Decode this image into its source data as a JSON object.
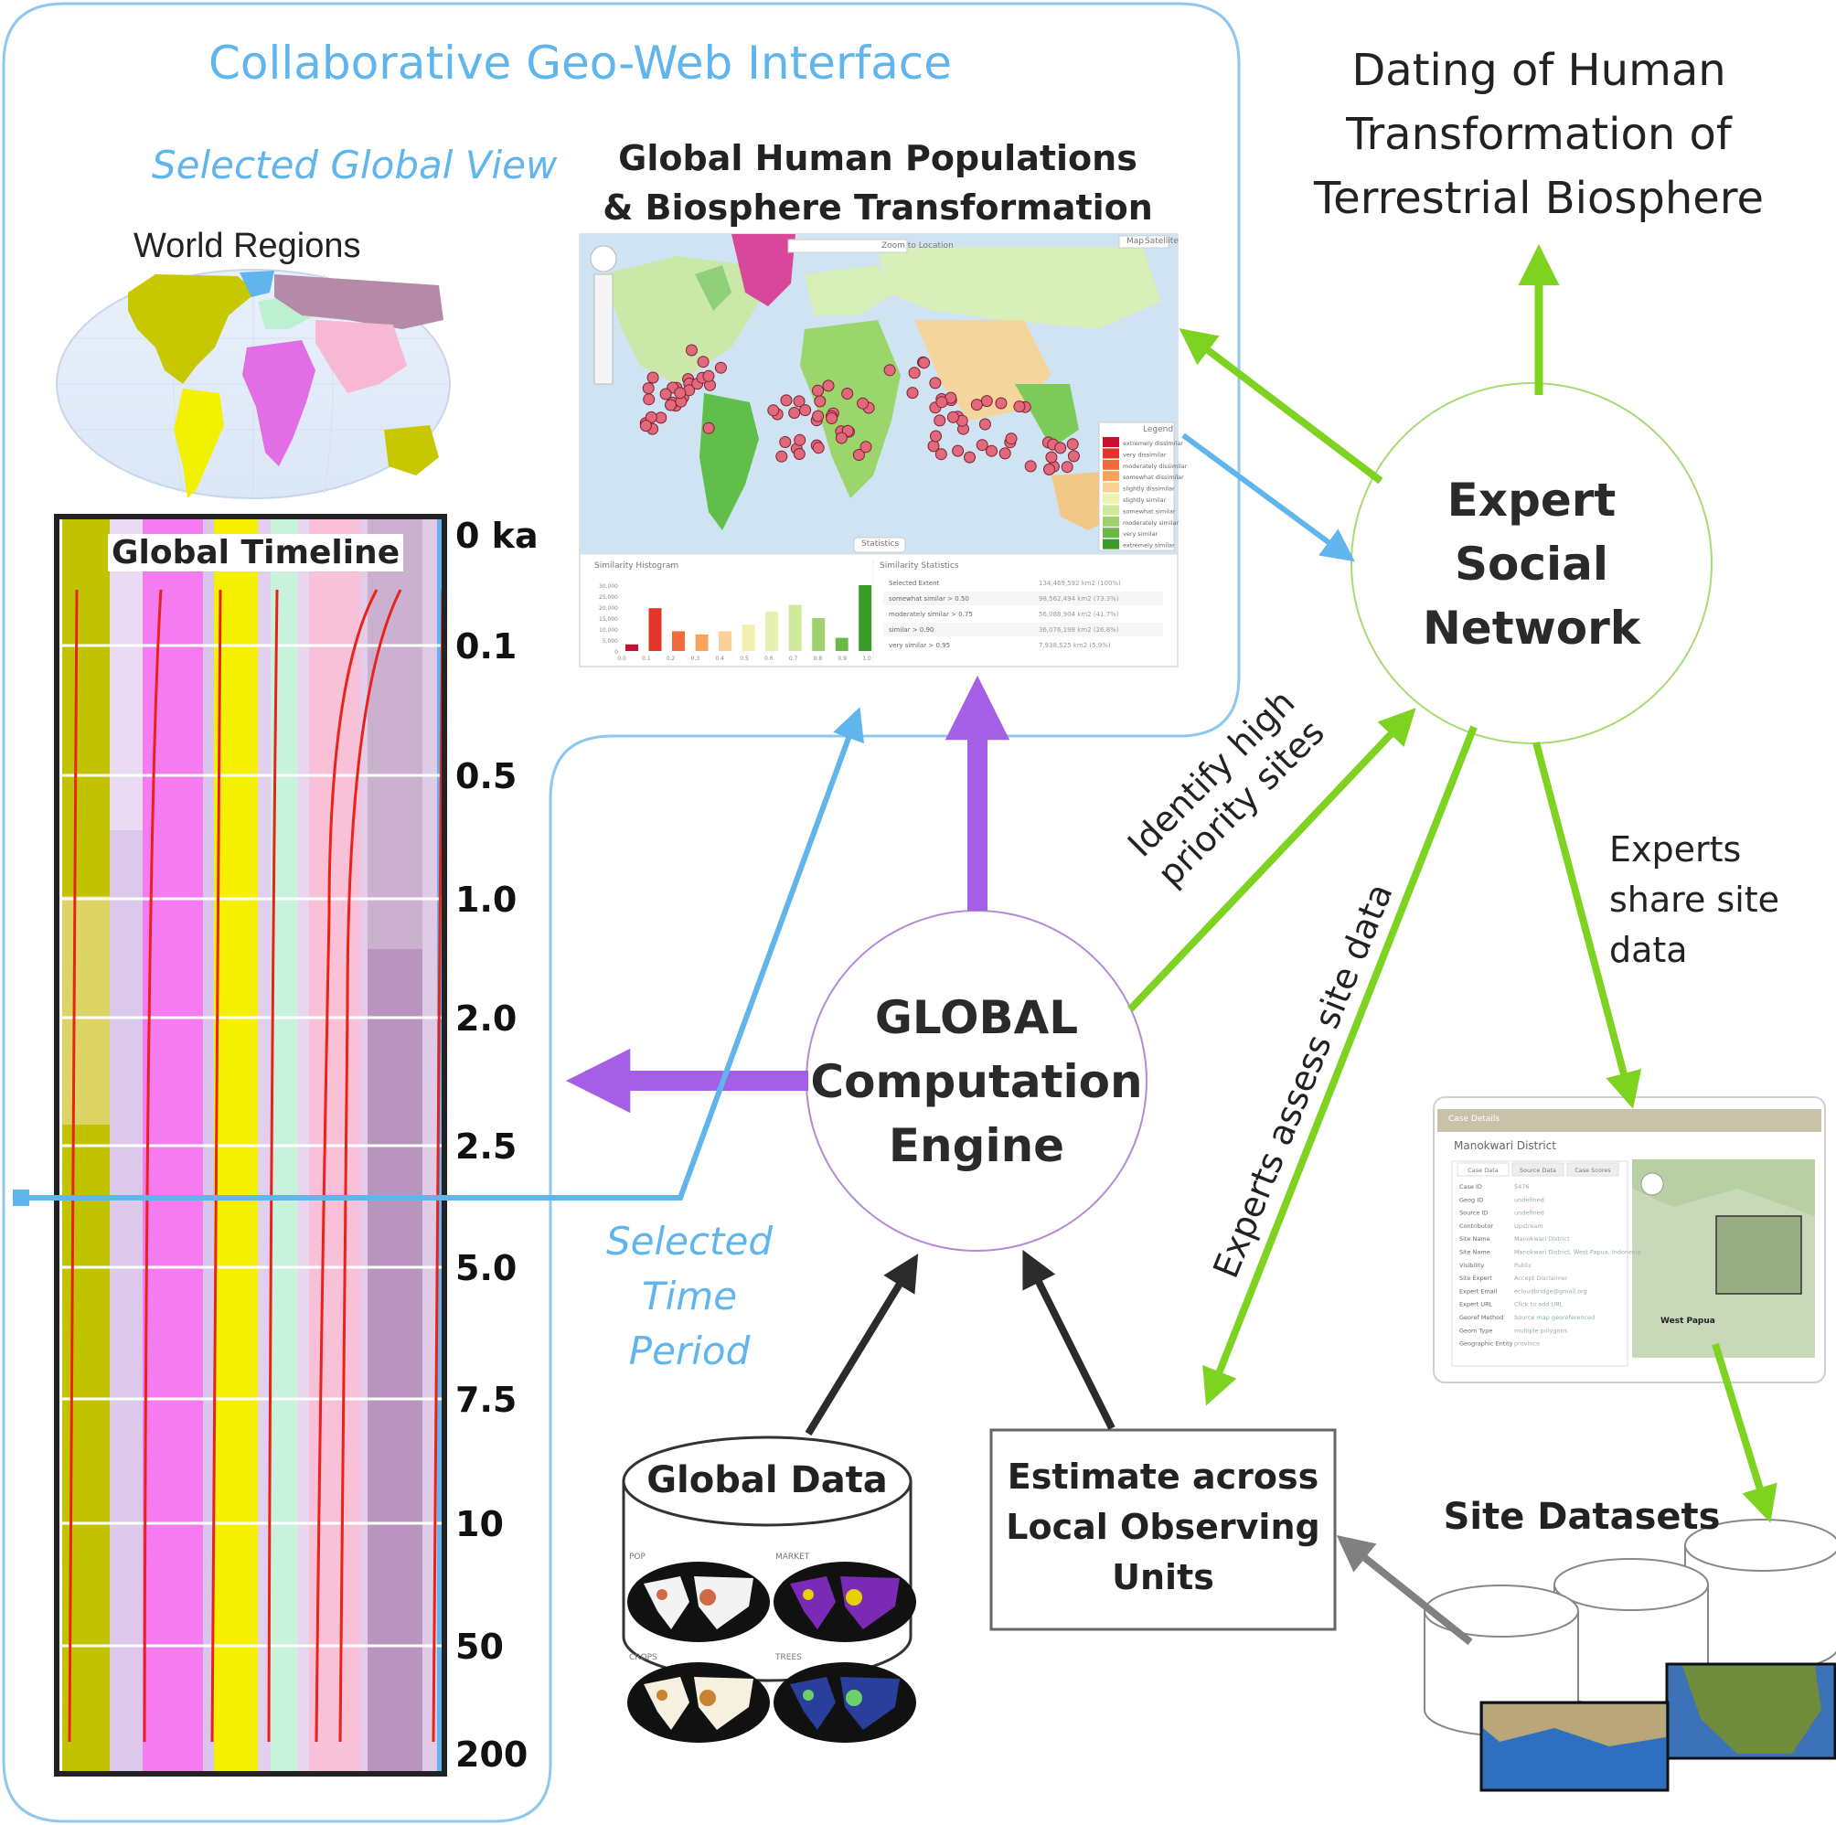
{
  "titles": {
    "interface": "Collaborative Geo-Web Interface",
    "selected_view": "Selected Global View",
    "world_regions": "World Regions",
    "global_map_line1": "Global Human Populations",
    "global_map_line2": "& Biosphere Transformation",
    "dating_line1": "Dating of Human",
    "dating_line2": "Transformation of",
    "dating_line3": "Terrestrial Biosphere",
    "global_timeline": "Global Timeline",
    "selected_period_1": "Selected",
    "selected_period_2": "Time",
    "selected_period_3": "Period"
  },
  "nodes": {
    "expert_1": "Expert",
    "expert_2": "Social",
    "expert_3": "Network",
    "engine_1": "GLOBAL",
    "engine_2": "Computation",
    "engine_3": "Engine",
    "global_data": "Global Data",
    "estimate_1": "Estimate across",
    "estimate_2": "Local Observing",
    "estimate_3": "Units",
    "site_datasets": "Site Datasets"
  },
  "edge_labels": {
    "identify_1": "Identify high",
    "identify_2": "priority sites",
    "assess": "Experts assess site data",
    "share_1": "Experts",
    "share_2": "share site",
    "share_3": "data"
  },
  "timeline": {
    "ticks": [
      "0 ka",
      "0.1",
      "0.5",
      "1.0",
      "2.0",
      "2.5",
      "5.0",
      "7.5",
      "10",
      "50",
      "200"
    ]
  },
  "map_widget": {
    "search_button": "Zoom to Location",
    "map_tab": "Map",
    "satellite_tab": "Satellite",
    "legend_title": "Legend",
    "legend_items": [
      "extremely dissimilar",
      "very dissimilar",
      "moderately dissimilar",
      "somewhat dissimilar",
      "slightly dissimilar",
      "slightly similar",
      "somewhat similar",
      "moderately similar",
      "very similar",
      "extremely similar"
    ],
    "legend_colors": [
      "#c8102e",
      "#e3342a",
      "#f26b3a",
      "#f7a35c",
      "#fbd19a",
      "#eef2b3",
      "#cfe99a",
      "#9fd16f",
      "#6ab845",
      "#3a9a2a"
    ],
    "stats_tab": "Statistics",
    "hist_title": "Similarity Histogram",
    "hist_y_ticks": [
      "30,000",
      "25,000",
      "20,000",
      "15,000",
      "10,000",
      "5,000",
      "0"
    ],
    "hist_x_ticks": [
      "0.0",
      "0.1",
      "0.2",
      "0.3",
      "0.4",
      "0.5",
      "0.6",
      "0.7",
      "0.8",
      "0.9",
      "1.0"
    ],
    "hist_values": [
      0.1,
      0.65,
      0.3,
      0.25,
      0.3,
      0.4,
      0.6,
      0.7,
      0.5,
      0.2,
      1.0
    ],
    "stats_title": "Similarity Statistics",
    "stats_rows": [
      {
        "label": "Selected Extent",
        "value": "134,469,592 km2 (100%)"
      },
      {
        "label": "somewhat similar > 0.50",
        "value": "98,562,494 km2 (73.3%)"
      },
      {
        "label": "moderately similar > 0.75",
        "value": "56,088,904 km2 (41.7%)"
      },
      {
        "label": "similar > 0.90",
        "value": "36,076,198 km2 (26.8%)"
      },
      {
        "label": "very similar > 0.95",
        "value": "7,938,525 km2 (5.9%)"
      }
    ]
  },
  "case_widget": {
    "header": "Case Details",
    "title": "Manokwari District",
    "tabs": [
      "Case Data",
      "Source Data",
      "Case Scores"
    ],
    "map_region": "West Papua",
    "fields": [
      {
        "k": "Case ID",
        "v": "5476"
      },
      {
        "k": "Geog ID",
        "v": "undefined"
      },
      {
        "k": "Source ID",
        "v": "undefined"
      },
      {
        "k": "Contributor",
        "v": "Upstream"
      },
      {
        "k": "Site Name",
        "v": "Manokwari District"
      },
      {
        "k": "Site Name",
        "v": "Manokwari District, West Papua, Indonesia"
      },
      {
        "k": "Visibility",
        "v": "Public"
      },
      {
        "k": "Site Expert",
        "v": "Accept Disclaimer"
      },
      {
        "k": "Expert Email",
        "v": "ecloudbridge@gmail.org"
      },
      {
        "k": "Expert URL",
        "v": "Click to add URL"
      },
      {
        "k": "Georef Method",
        "v": "Source map georeferenced"
      },
      {
        "k": "Geom Type",
        "v": "multiple polygons"
      },
      {
        "k": "Geographic Entity",
        "v": "province"
      }
    ]
  },
  "thumb_labels": [
    "POP",
    "MARKET",
    "CROPS",
    "TREES"
  ],
  "colors": {
    "blue": "#5fb5ec",
    "green": "#7ed321",
    "purple": "#a55ee6",
    "dark": "#2b2b2b",
    "gray": "#808080",
    "red": "#e8231a"
  }
}
